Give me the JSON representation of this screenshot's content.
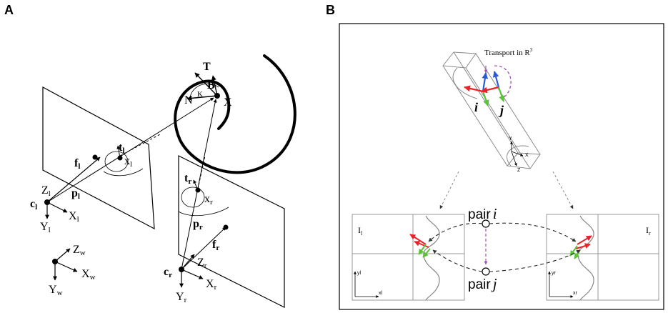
{
  "panels": {
    "a_label": "A",
    "b_label": "B"
  },
  "panel_a": {
    "T": "T",
    "B": "B",
    "N": "N",
    "K": "K",
    "X": "X",
    "tl_t": "t",
    "tl_sub": "l",
    "xl_x": "x",
    "xl_sub": "l",
    "fl_f": "f",
    "fl_sub": "l",
    "zl_z": "Z",
    "zl_sub": "l",
    "pl_p": "p",
    "pl_sub": "l",
    "cl_c": "c",
    "cl_sub": "l",
    "Xl_X": "X",
    "Xl_sub": "l",
    "Yl_Y": "Y",
    "Yl_sub": "l",
    "zw_z": "Z",
    "zw_sub": "w",
    "xw_x": "X",
    "xw_sub": "w",
    "yw_y": "Y",
    "yw_sub": "w",
    "tr_t": "t",
    "tr_sub": "r",
    "xr_x": "x",
    "xr_sub": "r",
    "pr_p": "p",
    "pr_sub": "r",
    "fr_f": "f",
    "fr_sub": "r",
    "cr_c": "c",
    "cr_sub": "r",
    "zr_z": "Z",
    "zr_sub": "r",
    "Xr_X": "X",
    "Xr_sub": "r",
    "Yr_Y": "Y",
    "Yr_sub": "r"
  },
  "panel_b": {
    "transport": "Transport in R",
    "transport_sup": "3",
    "i": "i",
    "j": "j",
    "box_y": "Y",
    "box_x": "X",
    "box_z": "Z",
    "pair_i_word": "pair",
    "pair_i_letter": "i",
    "pair_j_word": "pair",
    "pair_j_letter": "j",
    "Il_I": "I",
    "Il_sub": "l",
    "Ir_I": "I",
    "Ir_sub": "r",
    "yl": "yl",
    "xl": "xl",
    "yr": "yr",
    "xr": "xr"
  },
  "colors": {
    "red": "#e8242b",
    "green": "#5cc23a",
    "blue": "#2a5bd7",
    "purple": "#a24fb6"
  }
}
